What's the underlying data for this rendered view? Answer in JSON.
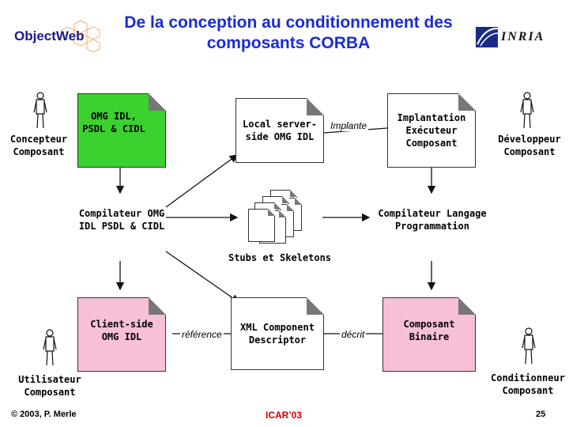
{
  "title": "De la conception au conditionnement des composants CORBA",
  "logos": {
    "objectweb": "ObjectWeb",
    "inria": "INRIA"
  },
  "actors": {
    "concepteur": "Concepteur Composant",
    "developpeur": "Développeur Composant",
    "utilisateur": "Utilisateur Composant",
    "conditionneur": "Conditionneur Composant"
  },
  "documents": {
    "omg_idl": "OMG IDL, PSDL & CIDL",
    "local_server": "Local server-side OMG IDL",
    "implantation": "Implantation Exécuteur Composant",
    "client_side": "Client-side OMG IDL",
    "xml_descriptor": "XML Component Descriptor",
    "composant_binaire": "Composant Binaire"
  },
  "tools": {
    "compilateur_idl": "Compilateur OMG IDL PSDL & CIDL",
    "compilateur_langage": "Compilateur Langage Programmation",
    "stubs": "Stubs et Skeletons"
  },
  "relations": {
    "implante": "Implante",
    "reference": "référence",
    "decrit": "décrit"
  },
  "footer": {
    "left": "© 2003, P. Merle",
    "center": "ICAR’03",
    "page": "25"
  },
  "colors": {
    "title": "#1a2bd8",
    "green_doc": "#3bd12e",
    "pink_doc": "#f7c0d8",
    "footer_center": "#cc0000"
  }
}
